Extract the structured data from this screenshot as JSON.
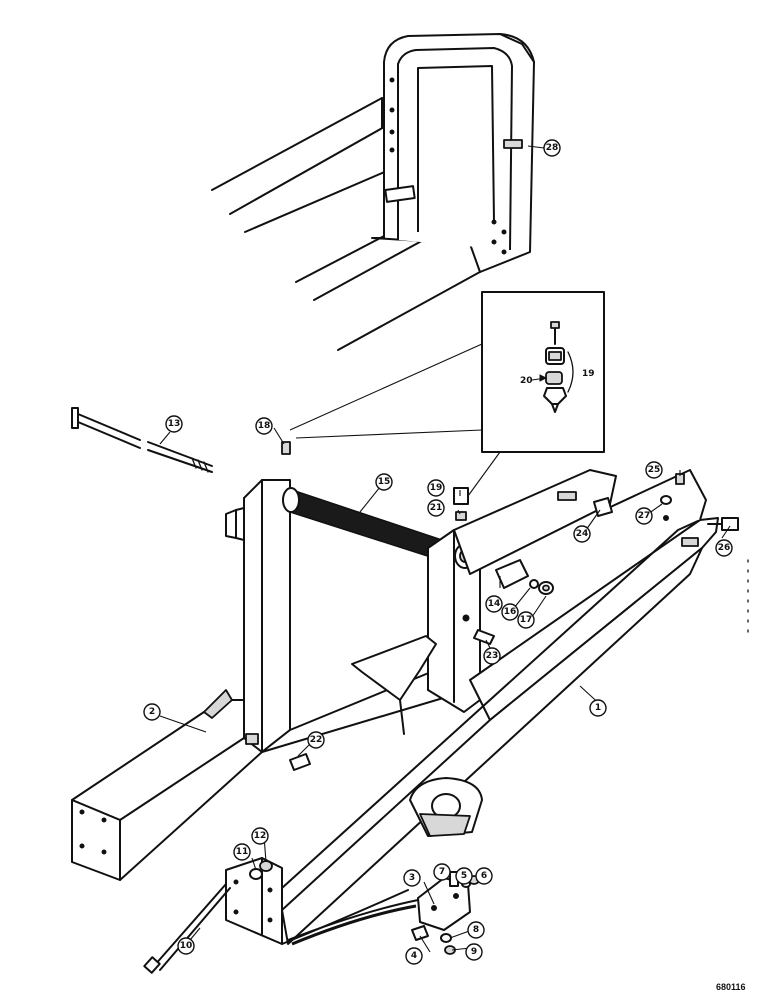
{
  "drawing_code": "680116",
  "callouts": [
    {
      "id": "c1",
      "label": "1"
    },
    {
      "id": "c2",
      "label": "2"
    },
    {
      "id": "c3",
      "label": "3"
    },
    {
      "id": "c4",
      "label": "4"
    },
    {
      "id": "c5",
      "label": "5"
    },
    {
      "id": "c6",
      "label": "6"
    },
    {
      "id": "c7",
      "label": "7"
    },
    {
      "id": "c8",
      "label": "8"
    },
    {
      "id": "c9",
      "label": "9"
    },
    {
      "id": "c10",
      "label": "10"
    },
    {
      "id": "c11",
      "label": "11"
    },
    {
      "id": "c12",
      "label": "12"
    },
    {
      "id": "c13",
      "label": "13"
    },
    {
      "id": "c14",
      "label": "14"
    },
    {
      "id": "c15",
      "label": "15"
    },
    {
      "id": "c16",
      "label": "16"
    },
    {
      "id": "c17",
      "label": "17"
    },
    {
      "id": "c18",
      "label": "18"
    },
    {
      "id": "c19",
      "label": "19"
    },
    {
      "id": "c21",
      "label": "21"
    },
    {
      "id": "c22",
      "label": "22"
    },
    {
      "id": "c23",
      "label": "23"
    },
    {
      "id": "c24",
      "label": "24"
    },
    {
      "id": "c25",
      "label": "25"
    },
    {
      "id": "c26",
      "label": "26"
    },
    {
      "id": "c27",
      "label": "27"
    },
    {
      "id": "c28",
      "label": "28"
    }
  ],
  "inset_labels": {
    "part_20": "20",
    "part_19": "19"
  }
}
